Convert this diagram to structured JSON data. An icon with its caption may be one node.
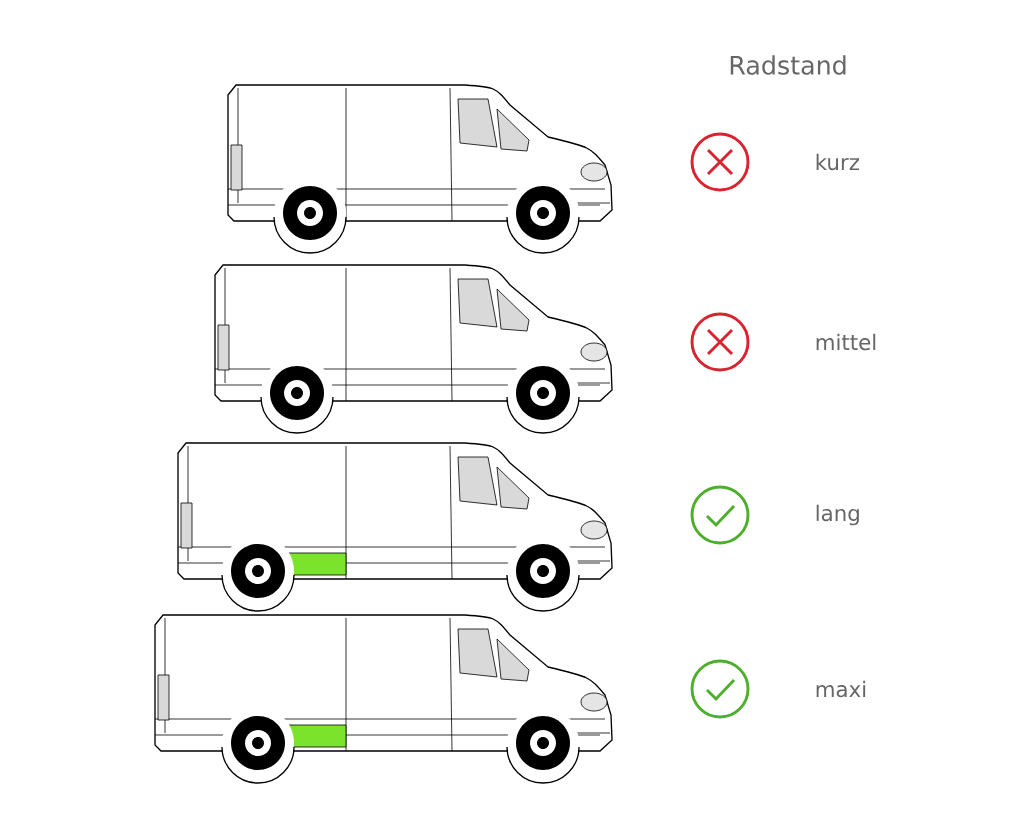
{
  "diagram": {
    "title": "Radstand",
    "labels": [
      "kurz",
      "mittel",
      "lang",
      "maxi"
    ]
  }
}
